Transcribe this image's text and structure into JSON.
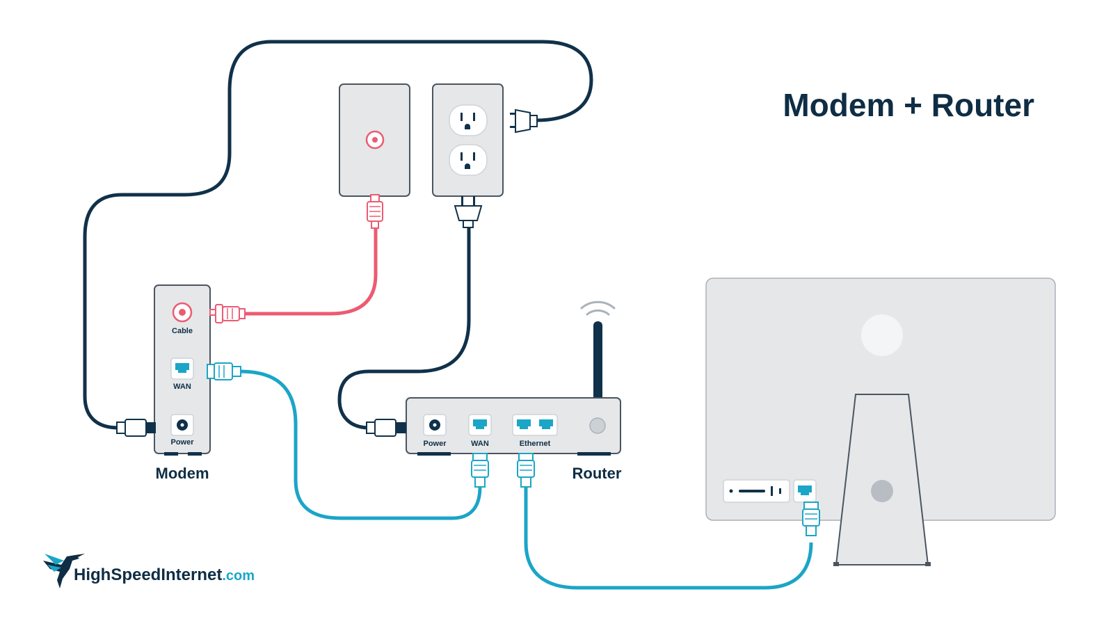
{
  "title": "Modem + Router",
  "devices": {
    "modem": {
      "label": "Modem",
      "ports": {
        "cable": "Cable",
        "wan": "WAN",
        "power": "Power"
      }
    },
    "router": {
      "label": "Router",
      "ports": {
        "power": "Power",
        "wan": "WAN",
        "ethernet": "Ethernet"
      }
    }
  },
  "brand": {
    "name": "HighSpeedInternet",
    "tld": ".com"
  },
  "colors": {
    "power_cable": "#10314a",
    "coax_cable": "#ec5b72",
    "ethernet_cable": "#1ba5c6",
    "device_fill": "#e5e7e9",
    "device_stroke": "#4a5560",
    "text": "#0f2d44"
  },
  "icons": [
    "wifi-signal-icon",
    "coax-port-icon",
    "ethernet-port-icon",
    "power-port-icon",
    "hummingbird-logo-icon"
  ]
}
